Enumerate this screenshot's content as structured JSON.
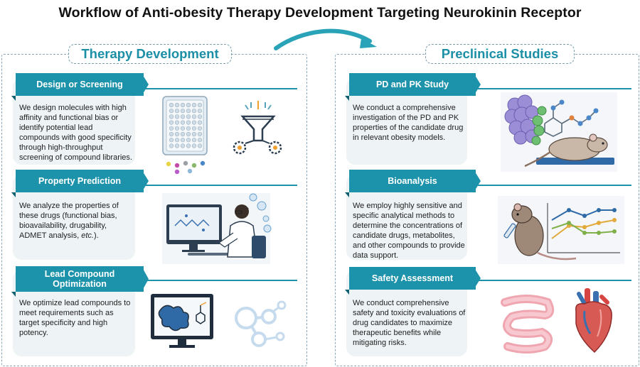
{
  "title": "Workflow of Anti-obesity Therapy Development Targeting Neurokinin Receptor",
  "colors": {
    "accent": "#1d93ab",
    "card": "#eef3f6",
    "panel_border": "#8aa6b8"
  },
  "left_panel": {
    "title": "Therapy Development",
    "steps": [
      {
        "label": "Design or Screening",
        "text": "We design molecules with high affinity and functional bias or identify potential lead compounds with good specificity through high-throughput screening of compound libraries.",
        "icons": [
          "well-plate-icon",
          "screening-funnel-icon"
        ]
      },
      {
        "label": "Property Prediction",
        "text_main": "We analyze the properties of these drugs (functional bias, bioavailability, drugability, ADMET analysis, ",
        "text_em": "etc.",
        "text_end": ").",
        "icons": [
          "scientist-computer-icon"
        ]
      },
      {
        "label": "Lead Compound Optimization",
        "text": "We optimize lead compounds to meet requirements such as target specificity and high potency.",
        "icons": [
          "molecule-monitor-icon",
          "molecule-outline-icon"
        ]
      }
    ]
  },
  "right_panel": {
    "title": "Preclinical Studies",
    "steps": [
      {
        "label": "PD and PK Study",
        "text": "We conduct a comprehensive investigation of the PD and PK properties of the candidate drug in relevant obesity models.",
        "icons": [
          "protein-ligand-mouse-icon"
        ]
      },
      {
        "label": "Bioanalysis",
        "text": "We employ highly sensitive and specific analytical methods to determine the concentrations of candidate drugs, metabolites, and other compounds to provide data support.",
        "icons": [
          "mouse-injection-chart-icon"
        ]
      },
      {
        "label": "Safety Assessment",
        "text": "We conduct comprehensive safety and toxicity evaluations of drug candidates to maximize therapeutic benefits while mitigating risks.",
        "icons": [
          "intestine-icon",
          "heart-icon"
        ]
      }
    ]
  }
}
